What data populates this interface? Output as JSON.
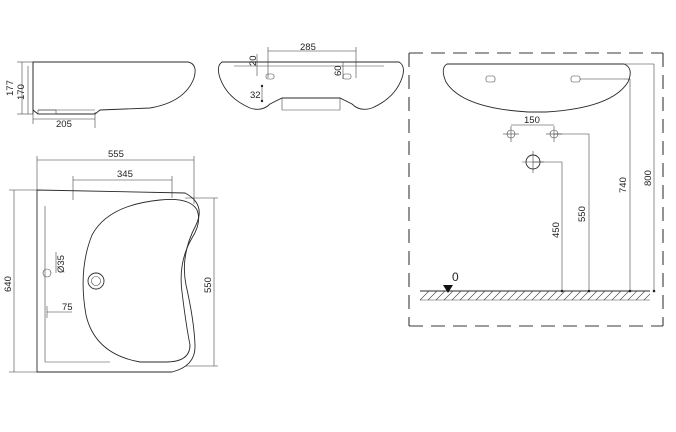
{
  "side_view": {
    "height_total": "177",
    "height_inner": "170",
    "depth": "205"
  },
  "front_view": {
    "hole_spacing": "285",
    "hole_offset_top": "20",
    "hole_offset_right": "60",
    "hole_offset_left": "32"
  },
  "plan_view": {
    "width": "555",
    "bowl_width": "345",
    "depth": "640",
    "bowl_depth": "550",
    "hole_diameter": "Ø35",
    "hole_offset": "75"
  },
  "installation_view": {
    "supply_spacing": "150",
    "floor_level": "0",
    "drain_height": "450",
    "supply_height": "550",
    "fixing_height": "740",
    "rim_height": "800"
  }
}
